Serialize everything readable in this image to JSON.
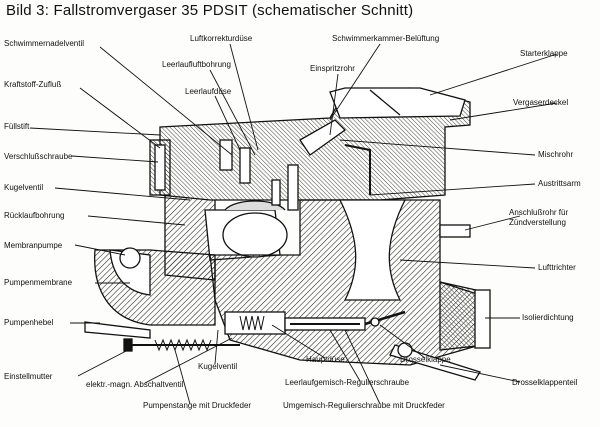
{
  "title": "Bild 3: Fallstromvergaser 35 PDSIT (schematischer Schnitt)",
  "labels": {
    "schwimmernadelventil": "Schwimmernadelventil",
    "luftkorrekturduese": "Luftkorrekturdüse",
    "schwimmerkammer_belueftung": "Schwimmerkammer-Belüftung",
    "starterklappe": "Starterklappe",
    "leerlaufluftbohrung": "Leerlaufluftbohrung",
    "einspritzrohr": "Einspritzrohr",
    "kraftstoff_zufluss": "Kraftstoff-Zufluß",
    "leerlaufduese": "Leerlaufdüse",
    "vergaserdeckel": "Vergaserdeckel",
    "fuellstift": "Füllstift",
    "mischrohr": "Mischrohr",
    "verschlussschraube": "Verschlußschraube",
    "austrittsarm": "Austrittsarm",
    "kugelventil_top": "Kugelventil",
    "anschlussrohr_1": "Anschlußrohr für",
    "anschlussrohr_2": "Zündverstellung",
    "ruecklaufbohrung": "Rücklaufbohrung",
    "membranpumpe": "Membranpumpe",
    "lufttrichter": "Lufttrichter",
    "pumpenmembrane": "Pumpenmembrane",
    "isolierdichtung": "Isolierdichtung",
    "pumpenhebel": "Pumpenhebel",
    "drosselklappe": "Drosselklappe",
    "hauptduese": "Hauptdüse",
    "kugelventil_bottom": "Kugelventil",
    "einstellmutter": "Einstellmutter",
    "abschaltventil": "elektr.-magn. Abschaltventil",
    "leerlaufgemisch": "Leerlaufgemisch-Regulierschraube",
    "drosselklappenteil": "Drosselklappenteil",
    "pumpenstange": "Pumpenstange mit Druckfeder",
    "umgemisch": "Umgemisch-Regulierschraube mit Druckfeder"
  }
}
